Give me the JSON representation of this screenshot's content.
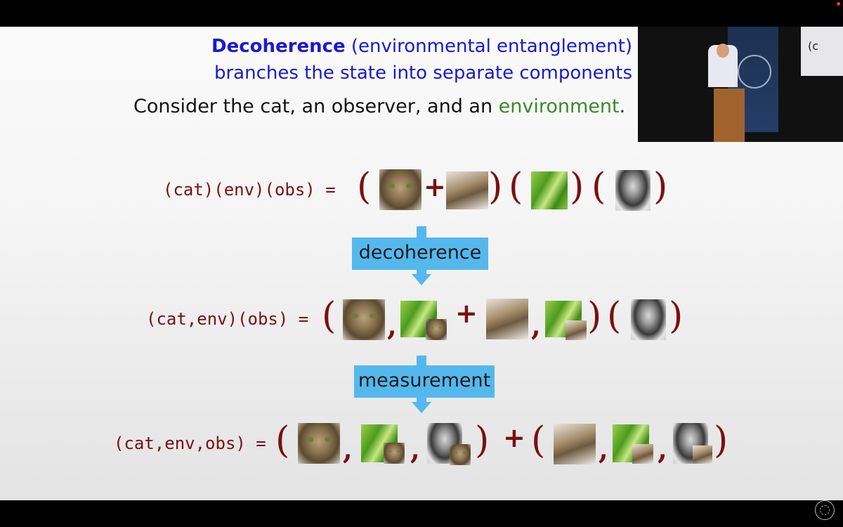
{
  "title": {
    "bold": "Decoherence",
    "rest": " (environmental entanglement)",
    "line2": "branches the state into separate components"
  },
  "consider": {
    "before": "Consider the cat, an observer, and an ",
    "env": "environment",
    "after": "."
  },
  "row1": {
    "lhs": "(cat)(env)(obs) ="
  },
  "arrow1": {
    "label": "decoherence"
  },
  "row2": {
    "lhs": "(cat,env)(obs) ="
  },
  "arrow2": {
    "label": "measurement"
  },
  "row3": {
    "lhs": "(cat,env,obs) ="
  },
  "symbols": {
    "open": "(",
    "close": ")",
    "plus": "+",
    "comma": ","
  },
  "video": {
    "screen_text": "(c"
  },
  "colors": {
    "title_blue": "#1a1acc",
    "equation_red": "#7a1010",
    "env_green": "#3a8a2a",
    "arrow_blue": "#55b8ec"
  }
}
